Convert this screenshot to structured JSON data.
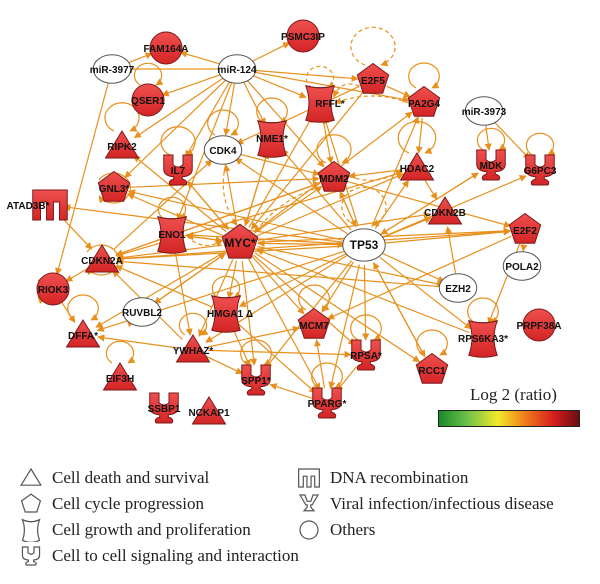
{
  "nodes": [
    {
      "id": "FAM164A",
      "label": "FAM164A",
      "shape": "circle"
    },
    {
      "id": "PSMC3IP",
      "label": "PSMC3IP",
      "shape": "circle"
    },
    {
      "id": "miR-3977",
      "label": "miR-3977",
      "shape": "other"
    },
    {
      "id": "miR-124",
      "label": "miR-124",
      "shape": "other"
    },
    {
      "id": "QSER1",
      "label": "QSER1",
      "shape": "circle"
    },
    {
      "id": "E2F5",
      "label": "E2F5",
      "shape": "pentagon"
    },
    {
      "id": "RFFL",
      "label": "RFFL*",
      "shape": "hourglass"
    },
    {
      "id": "PA2G4",
      "label": "PA2G4",
      "shape": "pentagon"
    },
    {
      "id": "miR-3973",
      "label": "miR-3973",
      "shape": "other"
    },
    {
      "id": "RIPK2",
      "label": "RIPK2",
      "shape": "triangle"
    },
    {
      "id": "NME1",
      "label": "NME1*",
      "shape": "hourglass"
    },
    {
      "id": "CDK4",
      "label": "CDK4",
      "shape": "other"
    },
    {
      "id": "IL7",
      "label": "IL7",
      "shape": "receptor"
    },
    {
      "id": "HDAC2",
      "label": "HDAC2",
      "shape": "triangle"
    },
    {
      "id": "MDK",
      "label": "MDK",
      "shape": "receptor"
    },
    {
      "id": "G6PC3",
      "label": "G6PC3",
      "shape": "receptor"
    },
    {
      "id": "MDM2",
      "label": "MDM2",
      "shape": "pentagon"
    },
    {
      "id": "GNL3",
      "label": "GNL3*",
      "shape": "pentagon"
    },
    {
      "id": "ATAD3B",
      "label": "ATAD3B*",
      "shape": "dna"
    },
    {
      "id": "CDKN2B",
      "label": "CDKN2B",
      "shape": "triangle"
    },
    {
      "id": "ENO1",
      "label": "ENO1",
      "shape": "hourglass"
    },
    {
      "id": "E2F2",
      "label": "E2F2",
      "shape": "pentagon"
    },
    {
      "id": "CDKN2A",
      "label": "CDKN2A",
      "shape": "triangle"
    },
    {
      "id": "MYC",
      "label": "MYC*",
      "shape": "pentagon"
    },
    {
      "id": "TP53",
      "label": "TP53",
      "shape": "other"
    },
    {
      "id": "POLA2",
      "label": "POLA2",
      "shape": "other"
    },
    {
      "id": "EZH2",
      "label": "EZH2",
      "shape": "other"
    },
    {
      "id": "RIOK3",
      "label": "RIOK3",
      "shape": "circle"
    },
    {
      "id": "RUVBL2",
      "label": "RUVBL2",
      "shape": "other"
    },
    {
      "id": "HMGA1",
      "label": "HMGA1 Δ",
      "shape": "hourglass"
    },
    {
      "id": "PRPF38A",
      "label": "PRPF38A",
      "shape": "circle"
    },
    {
      "id": "DFFA",
      "label": "DFFA*",
      "shape": "triangle"
    },
    {
      "id": "MCM7",
      "label": "MCM7",
      "shape": "pentagon"
    },
    {
      "id": "RPS6KA3",
      "label": "RPS6KA3*",
      "shape": "hourglass"
    },
    {
      "id": "YWHAZ",
      "label": "YWHAZ*",
      "shape": "triangle"
    },
    {
      "id": "RPSA",
      "label": "RPSA*",
      "shape": "receptor"
    },
    {
      "id": "EIF3H",
      "label": "EIF3H",
      "shape": "triangle"
    },
    {
      "id": "RCC1",
      "label": "RCC1",
      "shape": "pentagon"
    },
    {
      "id": "SPP1",
      "label": "SPP1*",
      "shape": "receptor"
    },
    {
      "id": "SSBP1",
      "label": "SSBP1",
      "shape": "receptor"
    },
    {
      "id": "NCKAP1",
      "label": "NCKAP1",
      "shape": "triangle"
    },
    {
      "id": "PPARG",
      "label": "PPARG*",
      "shape": "receptor"
    }
  ],
  "scale": {
    "title": "Log 2 (ratio)",
    "colors": [
      "#1a8a2a",
      "#f2ea2a",
      "#d51e1e",
      "#6a0d10"
    ]
  },
  "legend": [
    {
      "shape": "triangle",
      "label": "Cell death and survival"
    },
    {
      "shape": "pentagon",
      "label": "Cell cycle progression"
    },
    {
      "shape": "hourglass",
      "label": "Cell growth and proliferation"
    },
    {
      "shape": "receptor",
      "label": "Cell to cell signaling and interaction"
    },
    {
      "shape": "dna",
      "label": "DNA recombination"
    },
    {
      "shape": "viral",
      "label": "Viral infection/infectious disease"
    },
    {
      "shape": "circle",
      "label": "Others"
    }
  ],
  "colors": {
    "edge": "#e8901c",
    "node_fill": "#e23838",
    "node_stroke": "#7a1a1a",
    "other_fill": "#ffffff"
  }
}
